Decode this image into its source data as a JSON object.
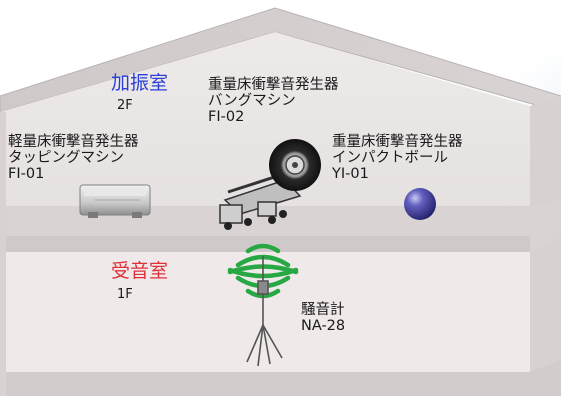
{
  "colors": {
    "room_vibration": "#2a3fd6",
    "room_receiving": "#e0303a",
    "sound_waves": "#28a745",
    "ball": "#4a48a8",
    "house_fill": "#e9e4e4",
    "house_edge": "#b9b3b3",
    "background_accent": "#c9d7ee"
  },
  "rooms": {
    "upper": {
      "title": "加振室",
      "floor": "2F"
    },
    "lower": {
      "title": "受音室",
      "floor": "1F"
    }
  },
  "equipment": {
    "bang_machine": {
      "line1": "重量床衝撃音発生器",
      "line2": "バングマシン",
      "model": "FI-02"
    },
    "tapping_machine": {
      "line1": "軽量床衝撃音発生器",
      "line2": "タッピングマシン",
      "model": "FI-01"
    },
    "impact_ball": {
      "line1": "重量床衝撃音発生器",
      "line2": "インパクトボール",
      "model": "YI-01"
    },
    "sound_meter": {
      "line1": "騒音計",
      "model": "NA-28"
    }
  },
  "icons": [
    "bang-machine-icon",
    "tapping-machine-icon",
    "impact-ball-icon",
    "sound-level-meter-icon",
    "sound-wave-icon"
  ]
}
